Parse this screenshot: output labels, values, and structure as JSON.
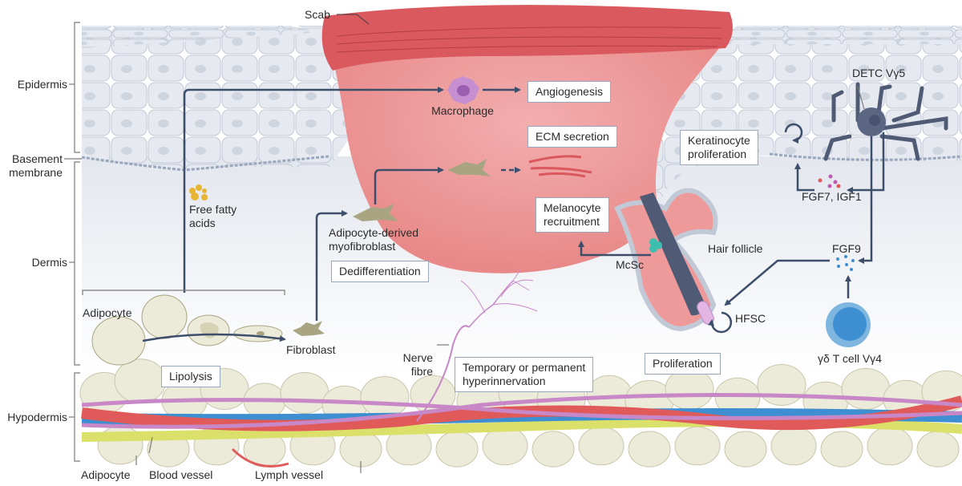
{
  "diagram": {
    "layers": [
      {
        "key": "epidermis",
        "label": "Epidermis"
      },
      {
        "key": "basement",
        "label": "Basement\nmembrane"
      },
      {
        "key": "dermis",
        "label": "Dermis"
      },
      {
        "key": "hypodermis",
        "label": "Hypodermis"
      }
    ],
    "labels": {
      "scab": "Scab",
      "macrophage": "Macrophage",
      "free_fatty_acids": "Free fatty\nacids",
      "adipocyte_derived": "Adipocyte-derived\nmyofibroblast",
      "adipocyte": "Adipocyte",
      "fibroblast": "Fibroblast",
      "detc": "DETC Vγ5",
      "fgf7_igf1": "FGF7, IGF1",
      "fgf9": "FGF9",
      "hair_follicle": "Hair follicle",
      "mcsc": "McSc",
      "hfsc": "HFSC",
      "gd_t_cell": "γδ T cell Vγ4",
      "nerve_fibre": "Nerve\nfibre",
      "bottom_adipocyte": "Adipocyte",
      "blood_vessel": "Blood vessel",
      "lymph_vessel": "Lymph vessel"
    },
    "boxes": {
      "angiogenesis": "Angiogenesis",
      "ecm_secretion": "ECM secretion",
      "melanocyte_recruitment": "Melanocyte\nrecruitment",
      "keratinocyte_proliferation": "Keratinocyte\nproliferation",
      "dedifferentiation": "Dedifferentiation",
      "lipolysis": "Lipolysis",
      "hyperinnervation": "Temporary or permanent\nhyperinnervation",
      "proliferation": "Proliferation"
    },
    "colors": {
      "arrow": "#3d4e6b",
      "scab": "#d9595e",
      "wound": "#ef9a9a",
      "epidermis_cell": "#e3e7ee",
      "adipocyte": "#ecead9",
      "fibroblast": "#a9a583",
      "macrophage": "#c58fd1",
      "blood_vessel_red": "#e05a5a",
      "blood_vessel_blue": "#3d8fd1",
      "lymph_vessel": "#dbe06a",
      "nerve": "#c888c8",
      "hair_shaft": "#4f5a74",
      "t_cell": "#3d8fd1",
      "mcsc": "#3dbfb0",
      "fgf9_dots": "#3d8fd1",
      "fgf7_dots": "#c05bb0"
    }
  }
}
